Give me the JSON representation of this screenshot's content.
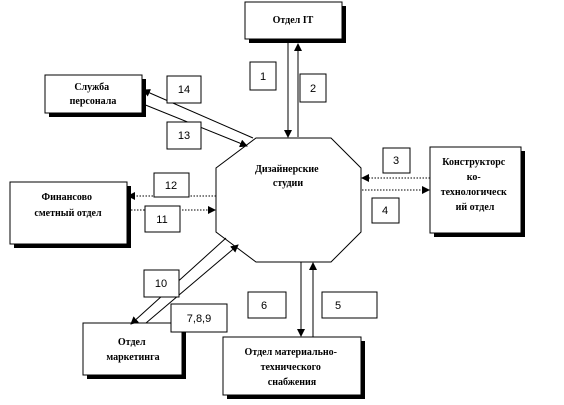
{
  "nodes": {
    "center": [
      "Дизайнерские",
      "студии"
    ],
    "it": [
      "Отдел IT"
    ],
    "personnel": [
      "Служба",
      "персонала"
    ],
    "finance": [
      "Финансово",
      "сметный отдел"
    ],
    "design": [
      "Конструкторс",
      "ко-",
      "технологическ",
      "ий отдел"
    ],
    "marketing": [
      "Отдел",
      "маркетинга"
    ],
    "supply": [
      "Отдел материально-",
      "технического",
      "снабжения"
    ]
  },
  "labels": {
    "l1": "1",
    "l2": "2",
    "l3": "3",
    "l4": "4",
    "l5": "5",
    "l6": "6",
    "l7": "7,8,9",
    "l10": "10",
    "l11": "11",
    "l12": "12",
    "l13": "13",
    "l14": "14"
  }
}
